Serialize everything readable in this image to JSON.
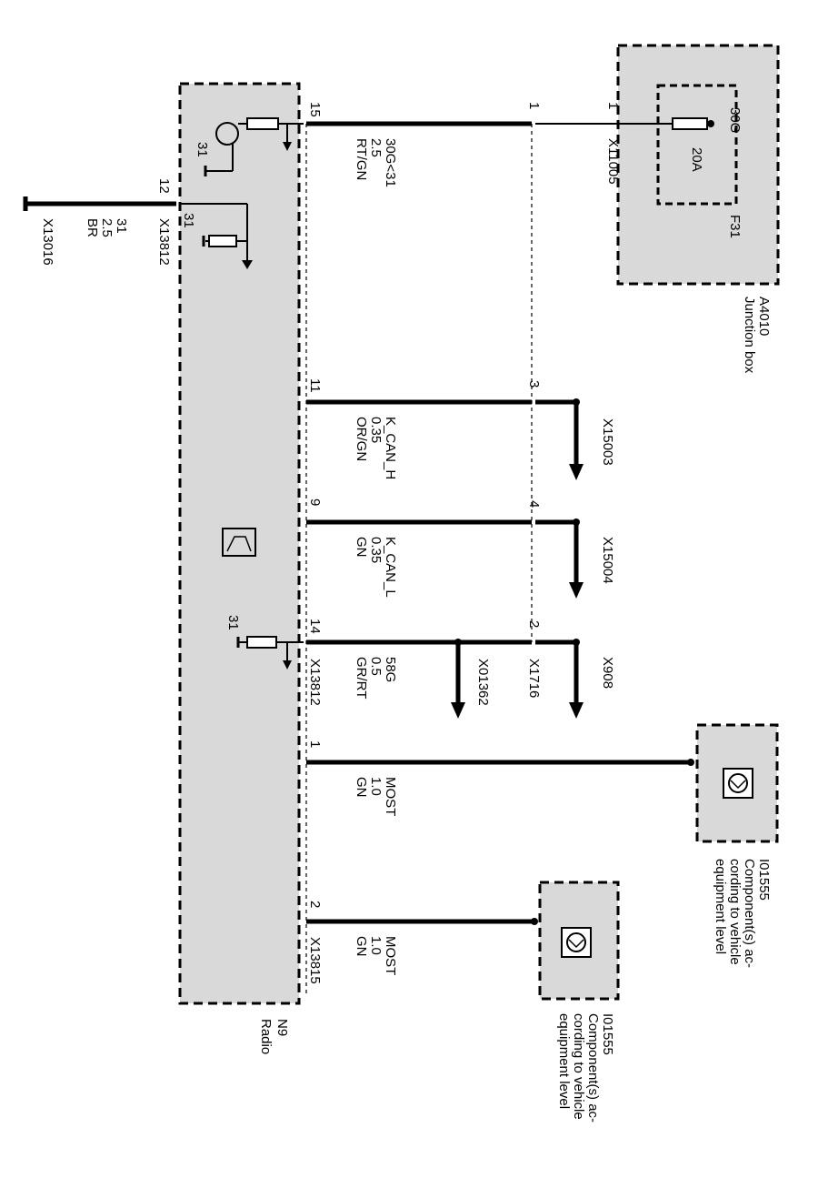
{
  "radio": {
    "code": "N9",
    "name": "Radio",
    "connector_main": "X13812",
    "connector_most": "X13815",
    "pins": {
      "p15": "15",
      "p11": "11",
      "p9": "9",
      "p14": "14",
      "p1": "1",
      "p2": "2",
      "p12": "12"
    },
    "ground_labels": {
      "g_top": "31",
      "g_mid": "31",
      "g_bottom": "31"
    }
  },
  "junction_box": {
    "code": "A4010",
    "name": "Junction box",
    "connector": "X11005",
    "pin": "1",
    "fuse_code": "F31",
    "fuse_terminal": "30G",
    "fuse_rating": "20A"
  },
  "splice": {
    "pins": {
      "p1": "1",
      "p3": "3",
      "p4": "4",
      "p2": "2"
    },
    "connector": "X1716"
  },
  "ground_branch": {
    "connector_pin": "12",
    "connector": "X13812",
    "end_connector": "X13016",
    "signal": "31",
    "size": "2.5",
    "color": "BR"
  },
  "wires": [
    {
      "signal": "30G<31",
      "size": "2.5",
      "color": "RT/GN"
    },
    {
      "signal": "K_CAN_H",
      "size": "0.35",
      "color": "OR/GN"
    },
    {
      "signal": "K_CAN_L",
      "size": "0.35",
      "color": "GN"
    },
    {
      "signal": "58G",
      "size": "0.5",
      "color": "GR/RT"
    },
    {
      "signal": "MOST",
      "size": "1.0",
      "color": "GN"
    },
    {
      "signal": "MOST",
      "size": "1.0",
      "color": "GN"
    }
  ],
  "arrow_connectors": {
    "can_h": "X15003",
    "can_l": "X15004",
    "light_splice": "X01362",
    "light_out": "X908"
  },
  "components": [
    {
      "code": "I01555",
      "line1": "Component(s) ac-",
      "line2": "cording to vehicle",
      "line3": "equipment level"
    },
    {
      "code": "I01555",
      "line1": "Component(s) ac-",
      "line2": "cording to vehicle",
      "line3": "equipment level"
    }
  ]
}
